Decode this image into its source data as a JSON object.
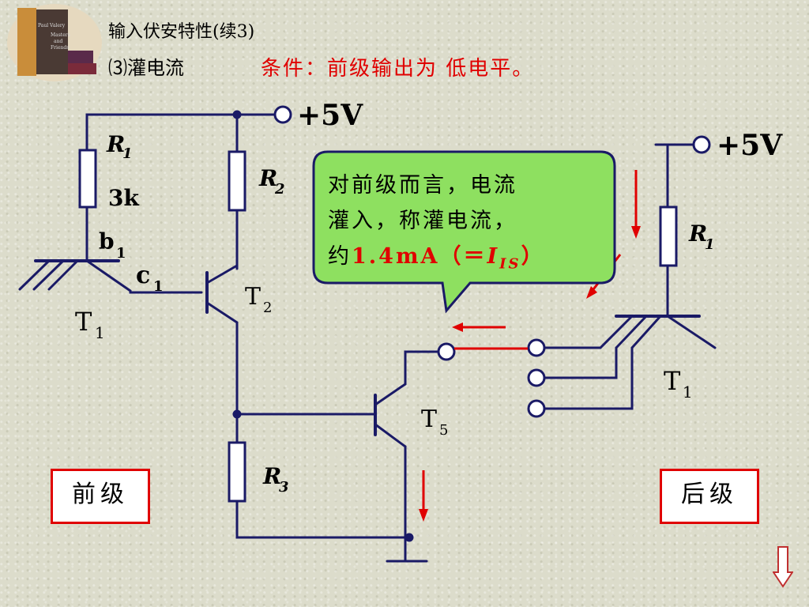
{
  "header": {
    "title": "输入伏安特性(续3)",
    "subtitle": "⑶灌电流",
    "condition": "条件：前级输出为 低电平。"
  },
  "bubble": {
    "line1": "对前级而言，电流",
    "line2": "灌入，称灌电流，",
    "line3_prefix": "约",
    "line3_value": "1.4mA（＝",
    "line3_sym": "I",
    "line3_sub": "IS",
    "line3_suffix": "）"
  },
  "labels": {
    "vcc_left": "+5V",
    "vcc_right": "+5V",
    "r1_left": "R",
    "r1_left_sub": "1",
    "r1_value": "3k",
    "r2": "R",
    "r2_sub": "2",
    "r3": "R",
    "r3_sub": "3",
    "r1_right": "R",
    "r1_right_sub": "1",
    "b1": "b",
    "b1_sub": "1",
    "c1": "c",
    "c1_sub": "1",
    "t1_left": "T",
    "t1_left_sub": "1",
    "t2": "T",
    "t2_sub": "2",
    "t5": "T",
    "t5_sub": "5",
    "t1_right": "T",
    "t1_right_sub": "1"
  },
  "boxes": {
    "front_stage": "前级",
    "back_stage": "后级"
  },
  "book_cover": {
    "line1": "Paul Valery",
    "line2": "Masters",
    "line3": "and",
    "line4": "Friends"
  },
  "colors": {
    "wire": "#1a1a66",
    "accent_red": "#e00000",
    "bubble_fill": "#8ee060",
    "bubble_border": "#1a1a66"
  },
  "icons": {
    "next": "down-arrow-icon"
  }
}
